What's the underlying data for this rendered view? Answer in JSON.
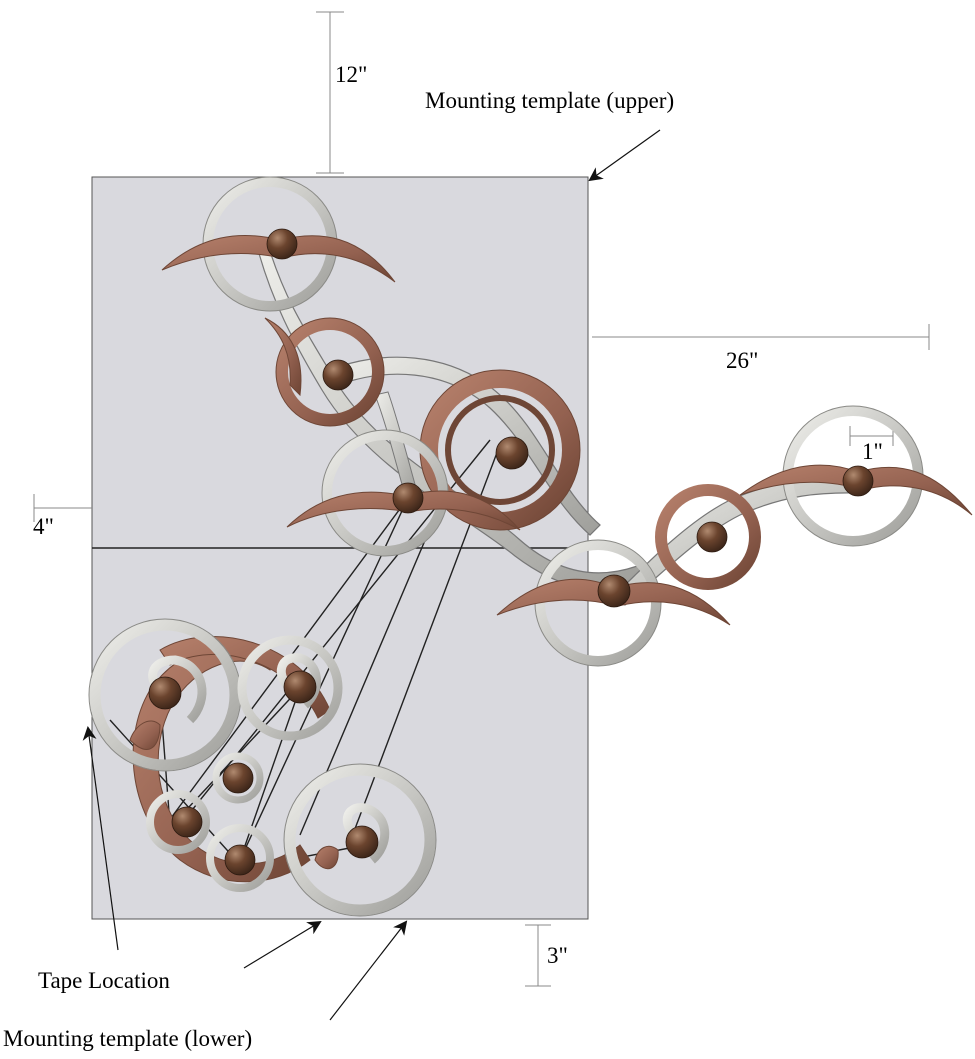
{
  "labels": {
    "upper_template": "Mounting template (upper)",
    "lower_template": "Mounting template (lower)",
    "tape_location": "Tape Location"
  },
  "dimensions": {
    "top_offset": "12\"",
    "right_offset": "26\"",
    "left_offset": "4\"",
    "bottom_offset": "3\"",
    "small_offset": "1\""
  },
  "colors": {
    "template_fill": "#d9d9de",
    "template_stroke": "#555555",
    "wheel_silver": "#cfcfcc",
    "wheel_silver_dark": "#9a9a96",
    "wheel_copper": "#9c6a56",
    "wheel_copper_dark": "#6e4636",
    "knob": "#5a3a28",
    "knob_highlight": "#a07a60",
    "leader": "#555555"
  }
}
